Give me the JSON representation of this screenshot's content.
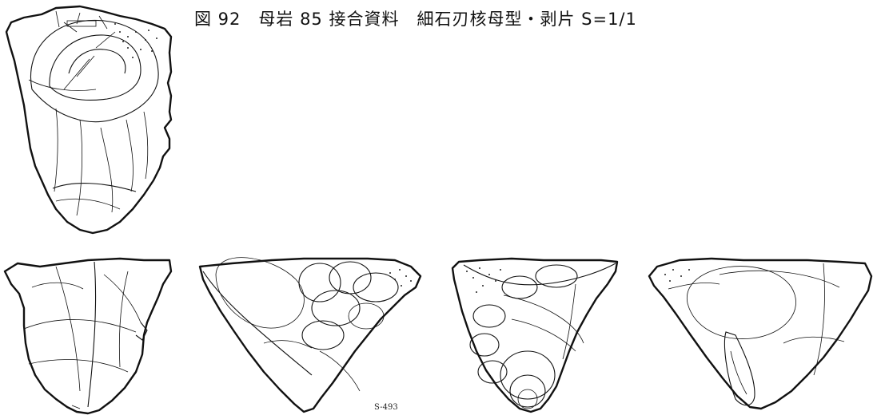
{
  "figure": {
    "title": "図 92　母岩 85 接合資料　細石刃核母型・剥片 S=1/1",
    "specimen_id": "S-493"
  },
  "views": [
    {
      "name": "top-view"
    },
    {
      "name": "face-view-1"
    },
    {
      "name": "face-view-2"
    },
    {
      "name": "face-view-3"
    },
    {
      "name": "face-view-4"
    }
  ]
}
